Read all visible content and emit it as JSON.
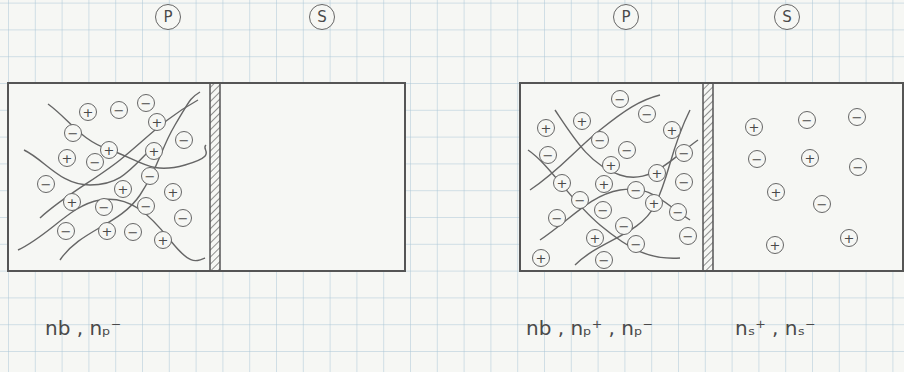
{
  "diagram": {
    "nodes": [
      {
        "text": [
          "P"
        ]
      },
      {
        "text": [
          "S"
        ]
      },
      {
        "text": [
          "P"
        ]
      },
      {
        "text": [
          "S"
        ]
      },
      {
        "text": [
          "+"
        ]
      },
      {
        "text": [
          "−"
        ]
      },
      {
        "text": [
          "−"
        ]
      },
      {
        "text": [
          "+"
        ]
      },
      {
        "text": [
          "−"
        ]
      },
      {
        "text": [
          "+"
        ]
      },
      {
        "text": [
          "+"
        ]
      },
      {
        "text": [
          "−"
        ]
      },
      {
        "text": [
          "+"
        ]
      },
      {
        "text": [
          "−"
        ]
      },
      {
        "text": [
          "−"
        ]
      },
      {
        "text": [
          "−"
        ]
      },
      {
        "text": [
          "+"
        ]
      },
      {
        "text": [
          "+"
        ]
      },
      {
        "text": [
          "+"
        ]
      },
      {
        "text": [
          "−"
        ]
      },
      {
        "text": [
          "−"
        ]
      },
      {
        "text": [
          "−"
        ]
      },
      {
        "text": [
          "−"
        ]
      },
      {
        "text": [
          "+"
        ]
      },
      {
        "text": [
          "−"
        ]
      },
      {
        "text": [
          "+"
        ]
      },
      {
        "text": [
          "−"
        ]
      },
      {
        "text": [
          "+"
        ]
      },
      {
        "text": [
          "−"
        ]
      },
      {
        "text": [
          "+"
        ]
      },
      {
        "text": [
          "+"
        ]
      },
      {
        "text": [
          "−"
        ]
      },
      {
        "text": [
          "−"
        ]
      },
      {
        "text": [
          "−"
        ]
      },
      {
        "text": [
          "−"
        ]
      },
      {
        "text": [
          "+"
        ]
      },
      {
        "text": [
          "+"
        ]
      },
      {
        "text": [
          "+"
        ]
      },
      {
        "text": [
          "+"
        ]
      },
      {
        "text": [
          "−"
        ]
      },
      {
        "text": [
          "−"
        ]
      },
      {
        "text": [
          "−"
        ]
      },
      {
        "text": [
          "+"
        ]
      },
      {
        "text": [
          "−"
        ]
      },
      {
        "text": [
          "−"
        ]
      },
      {
        "text": [
          "−"
        ]
      },
      {
        "text": [
          "−"
        ]
      },
      {
        "text": [
          "−"
        ]
      },
      {
        "text": [
          "+"
        ]
      },
      {
        "text": [
          "−"
        ]
      },
      {
        "text": [
          "−"
        ]
      },
      {
        "text": [
          "+"
        ]
      },
      {
        "text": [
          "+"
        ]
      },
      {
        "text": [
          "−"
        ]
      },
      {
        "text": [
          "−"
        ]
      },
      {
        "text": [
          "−"
        ]
      },
      {
        "text": [
          "+"
        ]
      },
      {
        "text": [
          "−"
        ]
      },
      {
        "text": [
          "+"
        ]
      },
      {
        "text": [
          "−"
        ]
      },
      {
        "text": [
          "+"
        ]
      },
      {
        "text": [
          "+"
        ]
      }
    ],
    "labels": [
      "nb , nₚ⁻",
      "nb , nₚ⁺ , nₚ⁻",
      "nₛ⁺ , nₛ⁻"
    ]
  }
}
